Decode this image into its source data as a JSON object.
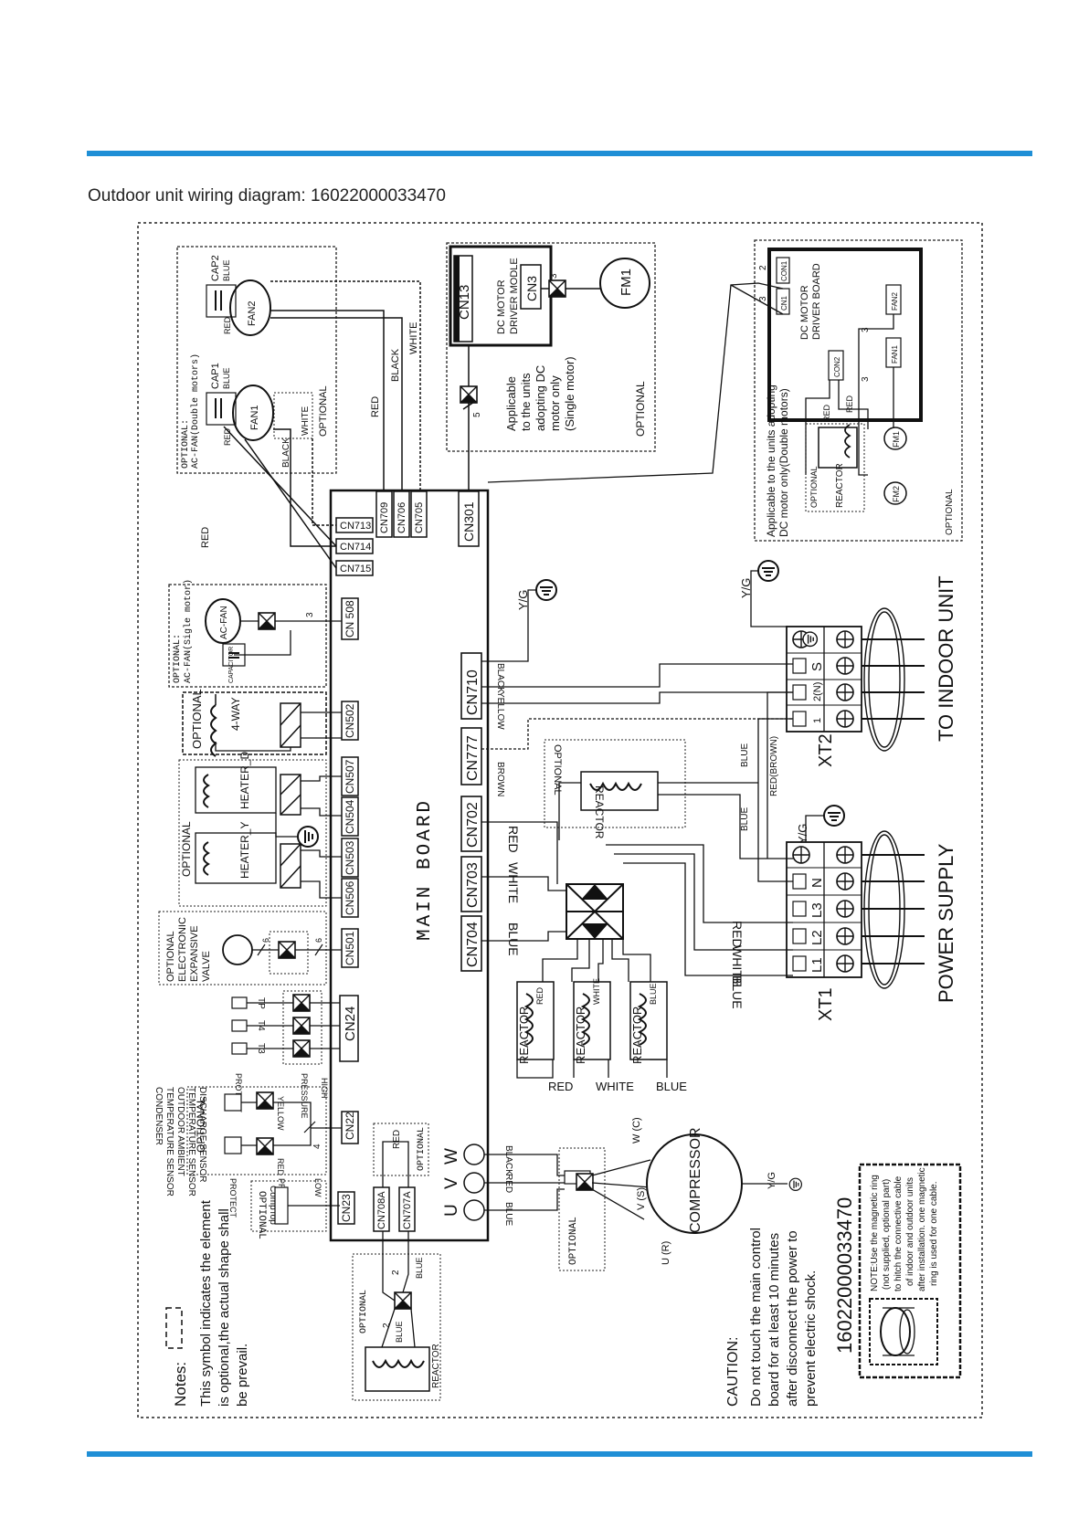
{
  "page": {
    "title": "Outdoor unit wiring diagram: 16022000033470",
    "accent_color": "#1f8fd6"
  },
  "board": {
    "label": "MAIN BOARD"
  },
  "connectors": {
    "top": [
      "CN301",
      "CN705",
      "CN706",
      "CN709",
      "CN713",
      "CN714",
      "CN715"
    ],
    "left": [
      "CN 508",
      "CN502",
      "CN507",
      "CN504",
      "CN503",
      "CN506",
      "CN501",
      "CN24",
      "CN22",
      "CN23",
      "CN708A",
      "CN707A"
    ],
    "right": [
      "CN710",
      "CN777",
      "CN702",
      "CN703",
      "CN704"
    ],
    "uvw": [
      "W",
      "V",
      "U"
    ]
  },
  "fan_top": {
    "optional": "OPTIONAL:",
    "ac_fan": "AC-FAN(Double motors)",
    "cap1": "CAP1",
    "cap2": "CAP2",
    "fan1": "FAN1",
    "fan2": "FAN2",
    "blue": "BLUE",
    "red": "RED",
    "black": "BLACK",
    "white": "WHITE",
    "optional2": "OPTIONAL"
  },
  "wires_top": {
    "red": "RED",
    "black": "BLACK",
    "white": "WHITE",
    "red_left": "RED"
  },
  "dc_single": {
    "title": "DC MOTOR",
    "title2": "DRIVER MODLE",
    "cn13": "CN13",
    "cn3": "CN3",
    "fm1": "FM1",
    "note": [
      "Applicable",
      "to the units",
      "adopting DC",
      "motor only",
      "(Single motor)"
    ],
    "optional": "OPTIONAL",
    "n5": "5",
    "n3": "3"
  },
  "dc_double": {
    "title": "DC MOTOR",
    "title2": "DRIVER BOARD",
    "cn1": "CN1",
    "con1": "CON1",
    "con2": "CON2",
    "fan1": "FAN1",
    "fan2": "FAN2",
    "reactor": "REACTOR",
    "optional": "OPTIONAL",
    "fm1": "FM1",
    "fm2": "FM2",
    "red": "RED",
    "note": [
      "Applicable to the units adopting",
      "DC  motor only(Double motors)"
    ],
    "optional2": "OPTIONAL",
    "n2": "2",
    "n3": "3"
  },
  "left_parts": {
    "acfan_single": [
      "OPTIONAL:",
      "AC-FAN(Sigle motor)"
    ],
    "capacitor": "CAPACITOR",
    "acfan": "AC-FAN",
    "n3": "3",
    "fourway": "4-WAY",
    "optional": "OPTIONAL",
    "heater_d": "HEATER_D",
    "heater_y": "HEATER_Y",
    "eev": [
      "OPTIONAL",
      "ELECTRONIC",
      "EXPANSIVE",
      "VALVE"
    ],
    "n6": "6",
    "sensors": [
      "DISCHARGE SENSOR",
      "OUTDOOR AMBIENT",
      "TEMPERATURE SENSOR",
      "CONDENSER",
      "TEMPERATURE SENSOR"
    ],
    "tp": "TP",
    "t4": "T4",
    "t3": "T3",
    "hp": [
      "HIGH",
      "PRESSURE",
      "PROTECT"
    ],
    "lp": [
      "LOW",
      "PRESSURE",
      "PROTECT"
    ],
    "yellow": "YELLOW",
    "red": "RED",
    "n4": "4",
    "comptop": "CompTop",
    "optional_ct": "OPTIONAL",
    "red_box": "RED",
    "optional_rb": "OPTIONAL",
    "reactor": "REACTOR",
    "blue": "BLUE",
    "n2": "2"
  },
  "right_parts": {
    "yg": "Y/G",
    "black": "BLACK",
    "yellow": "YELLOW",
    "brown": "BROWN",
    "red": "RED",
    "white": "WHITE",
    "blue": "BLUE",
    "reactor": "REACTOR",
    "optional": "OPTIONAL",
    "red_brown": "RED(BROWN)",
    "xt2": "XT2",
    "xt2_terms": [
      "1",
      "2(N)",
      "S"
    ],
    "xt1": "XT1",
    "xt1_terms": [
      "L1",
      "L2",
      "L3",
      "N"
    ],
    "to_indoor": "TO INDOOR UNIT",
    "power": "POWER SUPPLY"
  },
  "compressor": {
    "label": "COMPRESSOR",
    "w": "W (C)",
    "v": "V (S)",
    "u": "U (R)",
    "yg": "Y/G",
    "black": "BLACK",
    "red": "RED",
    "blue": "BLUE",
    "optional": "OPTIONAL"
  },
  "notes": {
    "label": "Notes:",
    "lines": [
      "This symbol indicates the element",
      "is  optional,the actual shape shall",
      "be prevail."
    ]
  },
  "caution": {
    "title": "CAUTION:",
    "lines": [
      "Do not touch the main control",
      "board for at least 10 minutes",
      "after disconnect the power to",
      "prevent electric shock."
    ]
  },
  "diagram_code": "16022000033470",
  "ring_note": [
    "NOTE:Use the magnetic ring",
    "(not supplied, optional part)",
    "to hitch the connective cable",
    "of indoor and outdoor units",
    "after installation. one magnetic",
    "ring is used for one cable."
  ]
}
